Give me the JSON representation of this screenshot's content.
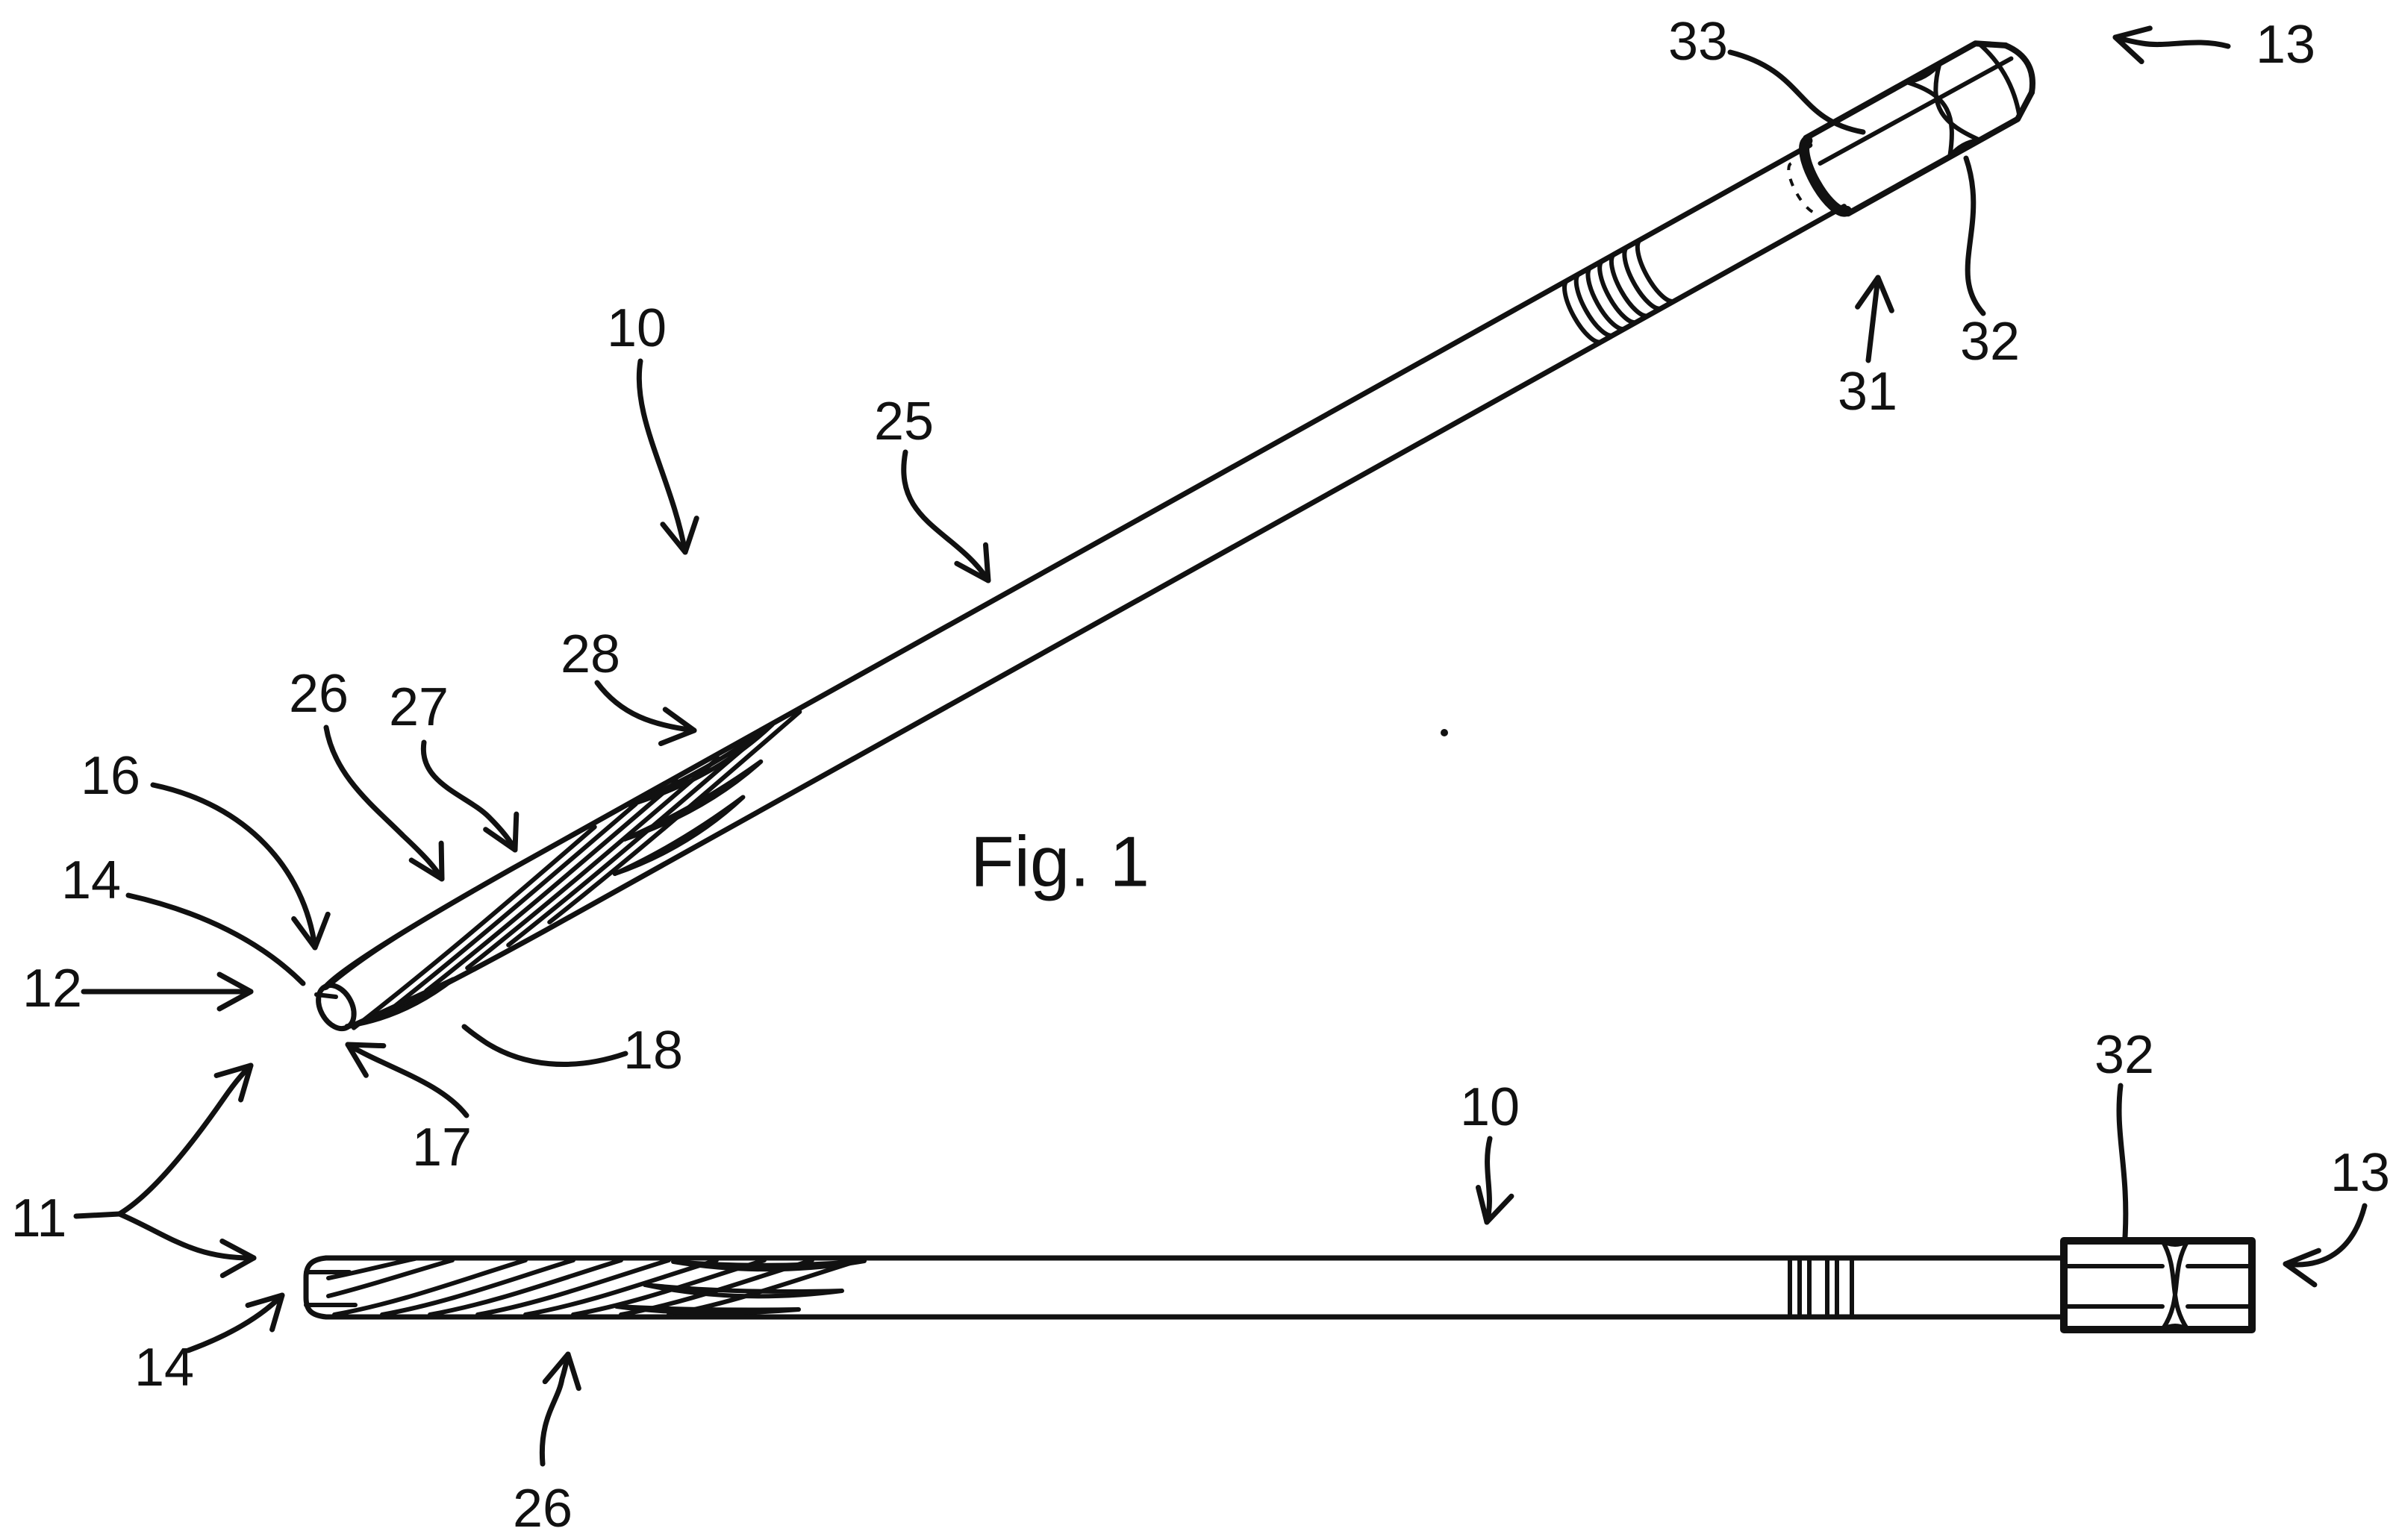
{
  "figure": {
    "caption": "Fig. 1"
  },
  "colors": {
    "background": "#ffffff",
    "line": "#111111"
  },
  "labels": {
    "l33": {
      "text": "33"
    },
    "l13_top": {
      "text": "13"
    },
    "l10_top": {
      "text": "10"
    },
    "l25": {
      "text": "25"
    },
    "l31": {
      "text": "31"
    },
    "l32_top": {
      "text": "32"
    },
    "l26_top": {
      "text": "26"
    },
    "l27": {
      "text": "27"
    },
    "l28": {
      "text": "28"
    },
    "l16": {
      "text": "16"
    },
    "l14_top": {
      "text": "14"
    },
    "l12": {
      "text": "12"
    },
    "l18": {
      "text": "18"
    },
    "l17": {
      "text": "17"
    },
    "l11": {
      "text": "11"
    },
    "l14_bottom": {
      "text": "14"
    },
    "l26_bottom": {
      "text": "26"
    },
    "l10_bottom": {
      "text": "10"
    },
    "l32_bottom": {
      "text": "32"
    },
    "l13_bottom": {
      "text": "13"
    }
  }
}
